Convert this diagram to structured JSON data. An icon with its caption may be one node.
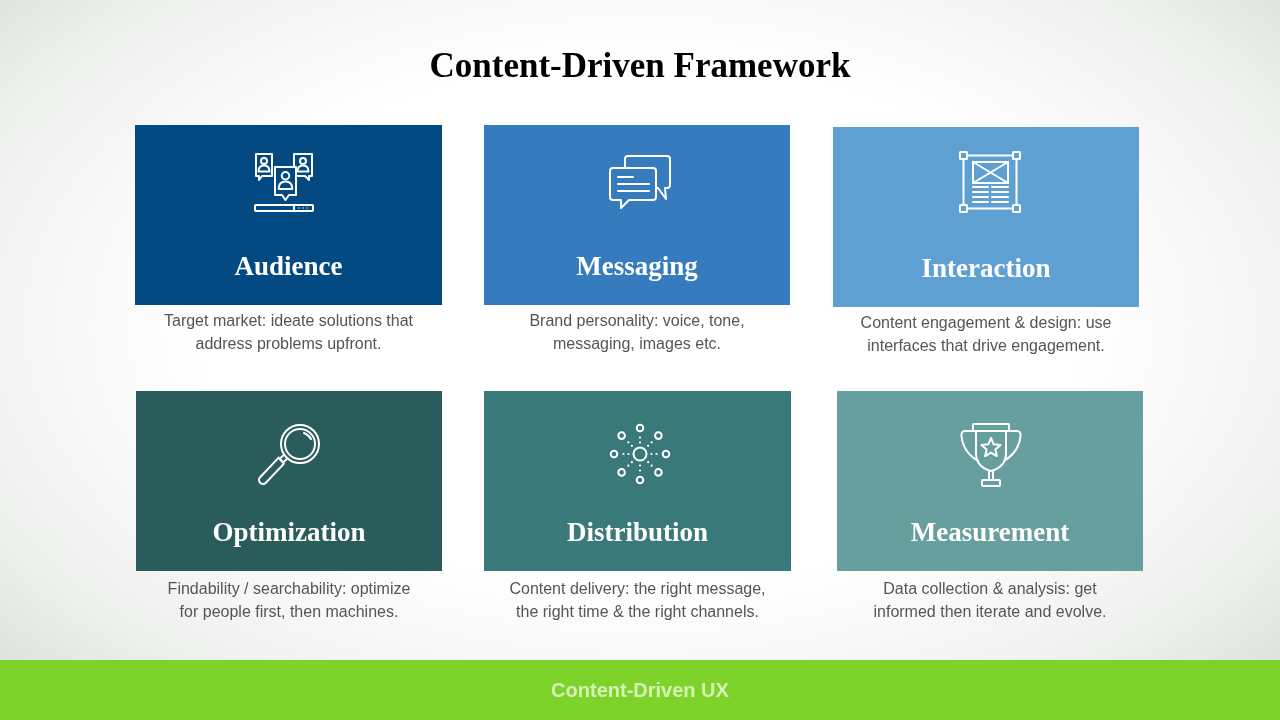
{
  "diagram": {
    "title": "Content-Driven Framework",
    "nodes": [
      {
        "text": [
          "Audience"
        ],
        "beside": [
          "Target market: ideate solutions that address problems upfront."
        ]
      },
      {
        "text": [
          "Messaging"
        ],
        "beside": [
          "Brand personality: voice, tone, messaging, images etc."
        ]
      },
      {
        "text": [
          "Interaction"
        ],
        "beside": [
          "Content engagement & design: use interfaces that drive engagement."
        ]
      },
      {
        "text": [
          "Optimization"
        ],
        "beside": [
          "Findability / searchability: optimize for people first, then machines."
        ]
      },
      {
        "text": [
          "Distribution"
        ],
        "beside": [
          "Content delivery: the right message, the right time & the right channels."
        ]
      },
      {
        "text": [
          "Measurement"
        ],
        "beside": [
          "Data collection & analysis: get informed then iterate and evolve."
        ]
      },
      {
        "text": [
          "Content-Driven UX"
        ]
      }
    ]
  }
}
